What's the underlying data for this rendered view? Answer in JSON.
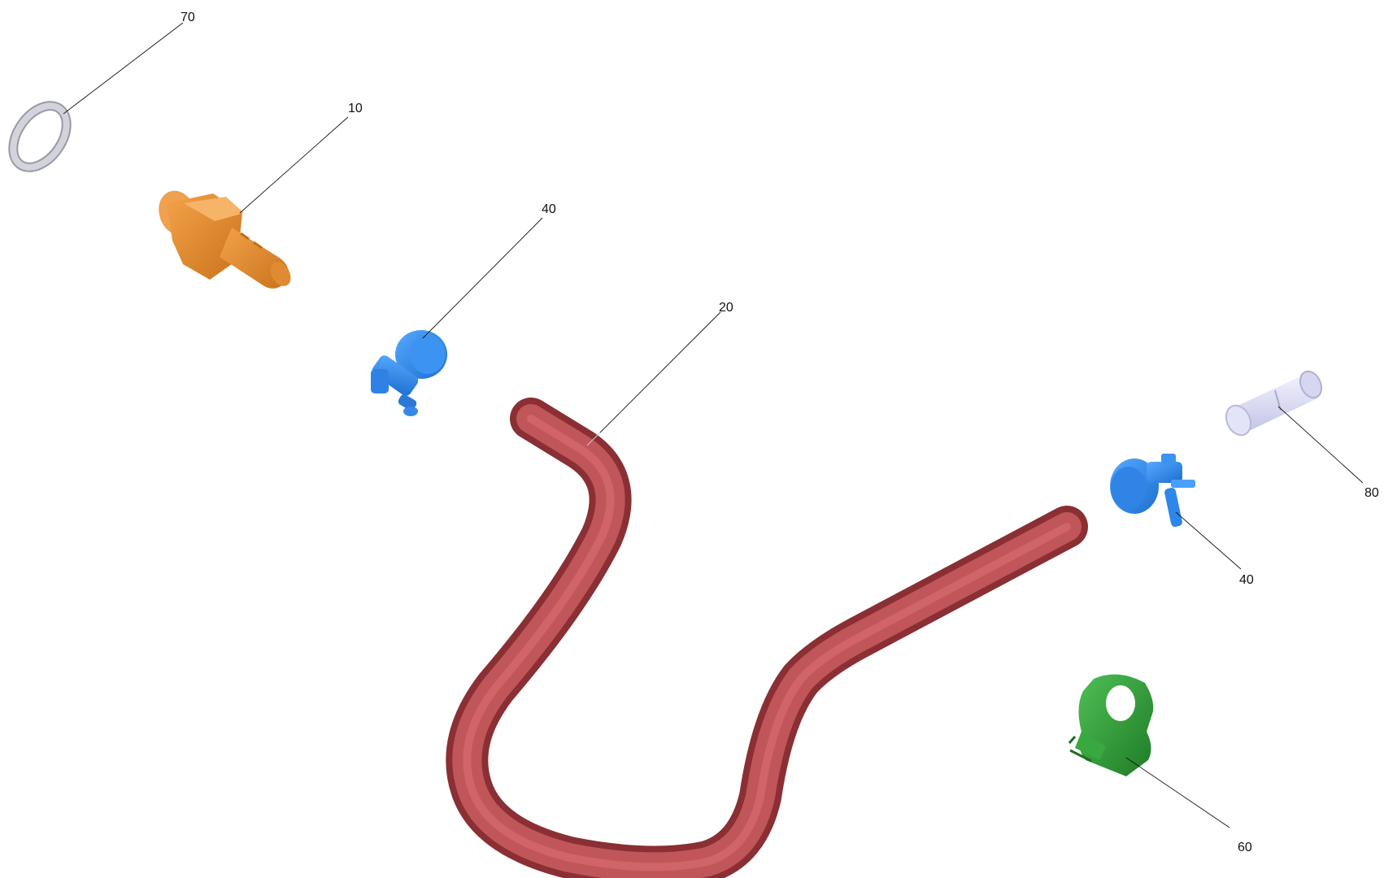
{
  "parts": [
    {
      "id": "sealing-ring",
      "callout": "70",
      "color": "#c9c9d1"
    },
    {
      "id": "hose-nipple",
      "callout": "10",
      "color": "#e8902e"
    },
    {
      "id": "hose-clamp-upper",
      "callout": "40",
      "color": "#2e8ef0"
    },
    {
      "id": "hose",
      "callout": "20",
      "color": "#b84a4e"
    },
    {
      "id": "connector-tube",
      "callout": "80",
      "color": "#d8d8f2"
    },
    {
      "id": "hose-clamp-lower",
      "callout": "40",
      "color": "#2e8ef0"
    },
    {
      "id": "holder-clip",
      "callout": "60",
      "color": "#2e9a34"
    }
  ]
}
